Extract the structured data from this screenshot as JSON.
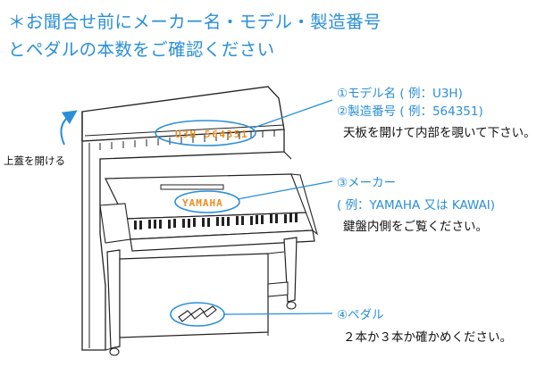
{
  "heading": {
    "line1": "＊お聞合せ前にメーカー名・モデル・製造番号",
    "line2": "とペダルの本数をご確認ください"
  },
  "annotations": {
    "model": {
      "line1": "①モデル名 ( 例：U3H)",
      "line2": "②製造番号 ( 例：564351)",
      "note": "天板を開けて内部を覗いて下さい。"
    },
    "maker": {
      "line1": "③メーカー",
      "line2": "( 例：YAMAHA 又は KAWAI)",
      "note": "鍵盤内側をご覧ください。"
    },
    "pedal": {
      "line1": "④ペダル",
      "note": "２本か３本か確かめください。"
    },
    "lid": "上蓋を開ける"
  },
  "piano": {
    "model_serial": "U3H  564351",
    "brand": "YAMAHA"
  },
  "colors": {
    "accent": "#2a8fd8",
    "label_orange": "#f08c1e"
  }
}
